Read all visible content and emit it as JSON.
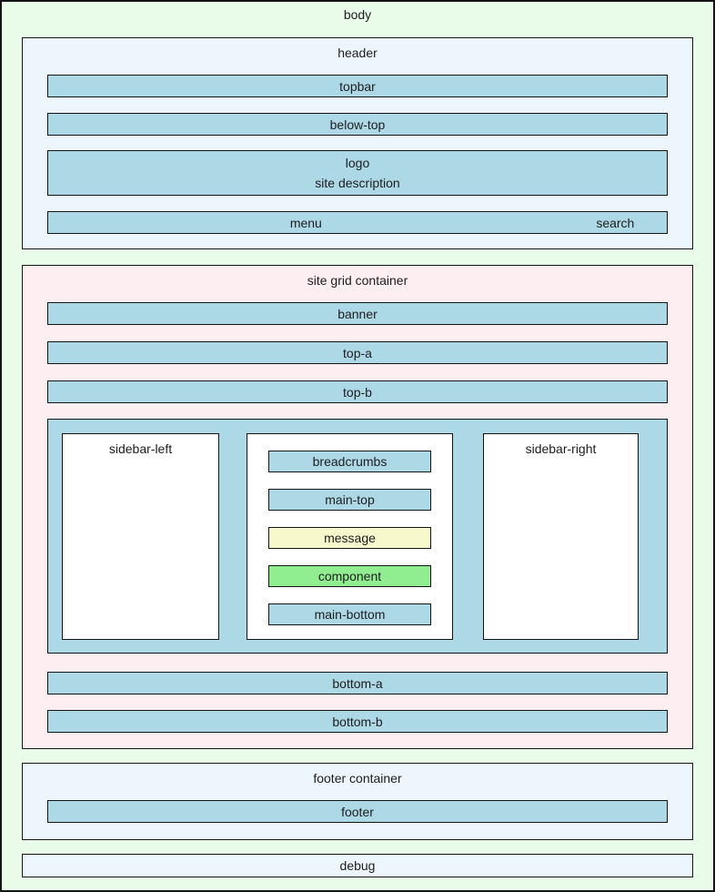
{
  "colors": {
    "body_bg": "#e9fce9",
    "panel_bg": "#eef6fd",
    "grid_bg": "#fdeef2",
    "module_bg": "#add8e6",
    "message_bg": "#f8f8cd",
    "component_bg": "#90ee90",
    "border": "#141414",
    "text": "#1d1d1f"
  },
  "body": {
    "label": "body"
  },
  "header": {
    "label": "header",
    "topbar": "topbar",
    "below_top": "below-top",
    "logo": "logo",
    "site_description": "site description",
    "menu": "menu",
    "search": "search"
  },
  "site_grid": {
    "label": "site grid container",
    "banner": "banner",
    "top_a": "top-a",
    "top_b": "top-b",
    "sidebar_left": "sidebar-left",
    "sidebar_right": "sidebar-right",
    "breadcrumbs": "breadcrumbs",
    "main_top": "main-top",
    "message": "message",
    "component": "component",
    "main_bottom": "main-bottom",
    "bottom_a": "bottom-a",
    "bottom_b": "bottom-b"
  },
  "footer": {
    "label": "footer container",
    "footer": "footer"
  },
  "debug": {
    "label": "debug"
  }
}
